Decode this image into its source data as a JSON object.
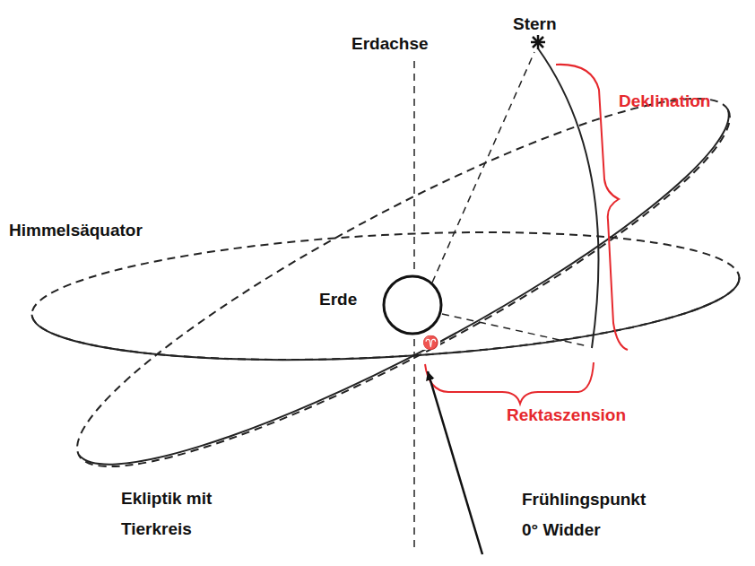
{
  "diagram": {
    "nodes": [
      {
        "text": [
          "Erde"
        ]
      }
    ],
    "labels": [
      "Stern",
      "Erdachse",
      "Deklination",
      "Himmelsäquator",
      "♈",
      "Rektaszension",
      "Ekliptik mit Tierkreis",
      "Frühlingspunkt 0° Widder"
    ]
  }
}
